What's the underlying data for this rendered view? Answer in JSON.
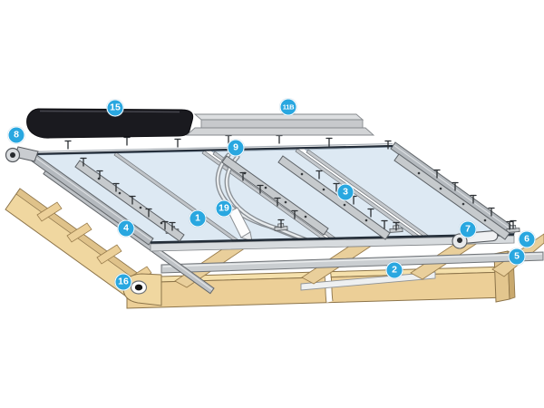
{
  "figure": {
    "type": "exploded-assembly-diagram",
    "subject": "in-roof panel installation kit",
    "background": "#ffffff",
    "colors": {
      "callout_blue": "#29a7e0",
      "callout_text": "#ffffff",
      "glass_panel": "#dde9f3",
      "aluminum": "#c6cacd",
      "wood_light": "#f0d7a0",
      "wood_shaded": "#dfc28a",
      "rubber_black": "#1a1a1f",
      "outline": "#55595e"
    },
    "callouts": [
      {
        "label": "15",
        "part": "rubber-end-cover"
      },
      {
        "label": "11B",
        "part": "flashing-profile"
      },
      {
        "label": "8",
        "part": "corner-bracket"
      },
      {
        "label": "9",
        "part": "top-edge-seal"
      },
      {
        "label": "3",
        "part": "cover-strip"
      },
      {
        "label": "1",
        "part": "glass-panel"
      },
      {
        "label": "19",
        "part": "sealant-tube"
      },
      {
        "label": "4",
        "part": "side-rail"
      },
      {
        "label": "7",
        "part": "locking-handle"
      },
      {
        "label": "6",
        "part": "edge-clip"
      },
      {
        "label": "5",
        "part": "support-bar"
      },
      {
        "label": "2",
        "part": "lower-bar"
      },
      {
        "label": "16",
        "part": "drain-grommet"
      }
    ]
  }
}
